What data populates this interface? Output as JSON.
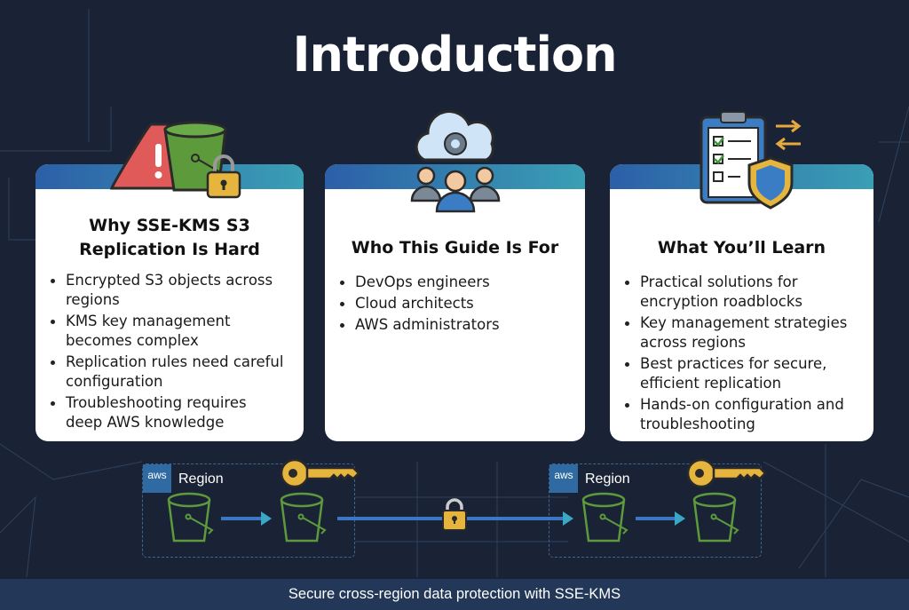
{
  "title": "Introduction",
  "cards": [
    {
      "title_lines": [
        "Why SSE-KMS S3",
        "Replication Is Hard"
      ],
      "icon": "warning-bucket-lock-icon",
      "bullets": [
        [
          "Encrypted S3 objects across",
          "regions"
        ],
        [
          "KMS key management",
          "becomes complex"
        ],
        [
          "Replication rules need careful",
          "configuration"
        ],
        [
          "Troubleshooting requires",
          "deep AWS knowledge"
        ]
      ]
    },
    {
      "title_lines": [
        "Who This Guide Is For"
      ],
      "icon": "cloud-gear-team-icon",
      "bullets": [
        [
          "DevOps engineers"
        ],
        [
          "Cloud architects"
        ],
        [
          "AWS administrators"
        ]
      ]
    },
    {
      "title_lines": [
        "What You’ll Learn"
      ],
      "icon": "checklist-shield-icon",
      "bullets": [
        [
          "Practical solutions for",
          "encryption roadblocks"
        ],
        [
          "Key management strategies",
          "across regions"
        ],
        [
          "Best practices for secure,",
          "efficient replication"
        ],
        [
          "Hands-on configuration and",
          "troubleshooting"
        ]
      ]
    }
  ],
  "diagram": {
    "aws_badge": "aws",
    "regions": [
      "Region",
      "Region"
    ]
  },
  "footer": "Secure cross-region data protection with SSE-KMS",
  "colors": {
    "background": "#1a2336",
    "band_start": "#2c5fa8",
    "band_end": "#3a9fb4",
    "bucket": "#5c9a3c",
    "key": "#e6b53e",
    "footer": "#233858"
  }
}
